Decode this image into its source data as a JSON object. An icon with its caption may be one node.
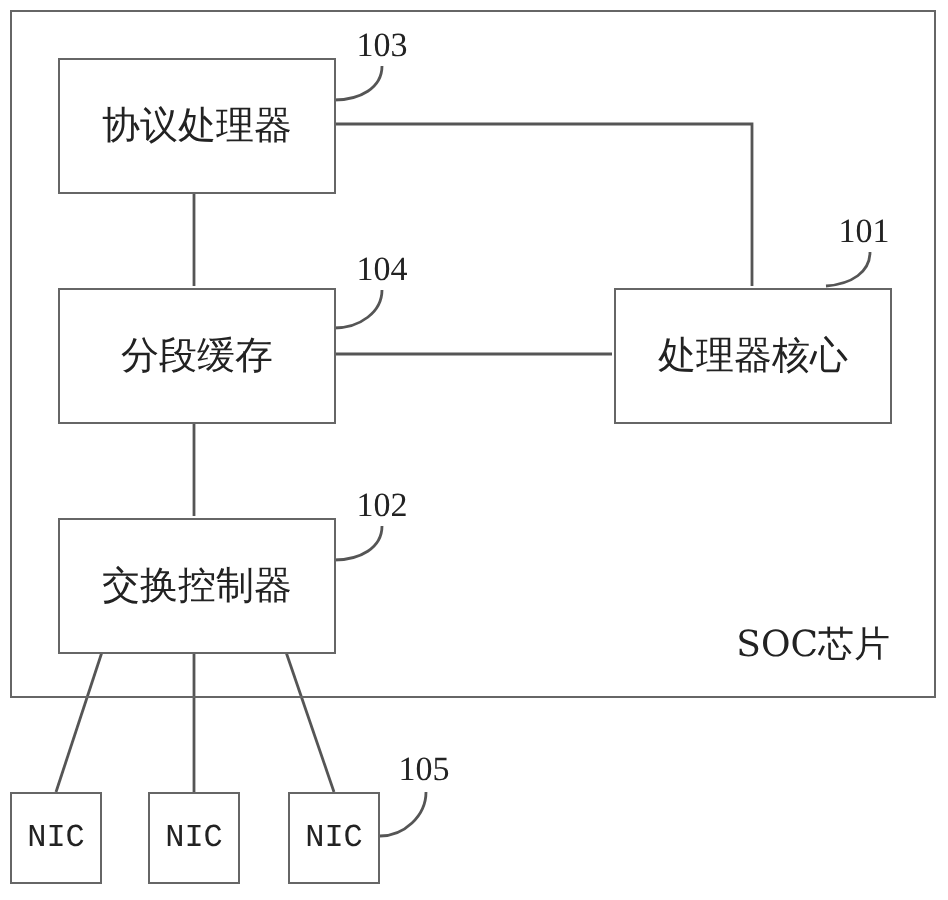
{
  "diagram": {
    "nodes": [
      {
        "text": [
          "SOC芯片"
        ]
      },
      {
        "text": [
          "协议处理器"
        ],
        "in": 0
      },
      {
        "text": [
          "分段缓存"
        ],
        "in": 0
      },
      {
        "text": [
          "处理器核心"
        ],
        "in": 0
      },
      {
        "text": [
          "交换控制器"
        ],
        "in": 0
      },
      {
        "text": [
          "NIC"
        ]
      },
      {
        "text": [
          "NIC"
        ]
      },
      {
        "text": [
          "NIC"
        ]
      },
      {
        "text": [
          "103"
        ],
        "in": 0
      },
      {
        "text": [
          "104"
        ],
        "in": 0
      },
      {
        "text": [
          "101"
        ],
        "in": 0
      },
      {
        "text": [
          "102"
        ],
        "in": 0
      },
      {
        "text": [
          "105"
        ]
      }
    ],
    "edges": [
      {
        "from": 1,
        "to": 2,
        "arrow": "none"
      },
      {
        "from": 1,
        "to": 3,
        "arrow": "none"
      },
      {
        "from": 2,
        "to": 3,
        "arrow": "none"
      },
      {
        "from": 2,
        "to": 4,
        "arrow": "none"
      },
      {
        "from": 4,
        "to": 5,
        "arrow": "none"
      },
      {
        "from": 4,
        "to": 6,
        "arrow": "none"
      },
      {
        "from": 4,
        "to": 7,
        "arrow": "none"
      },
      {
        "from": 8,
        "to": 1,
        "arrow": "none"
      },
      {
        "from": 9,
        "to": 2,
        "arrow": "none"
      },
      {
        "from": 10,
        "to": 3,
        "arrow": "none"
      },
      {
        "from": 11,
        "to": 4,
        "arrow": "none"
      },
      {
        "from": 12,
        "to": 7,
        "arrow": "none"
      }
    ]
  }
}
